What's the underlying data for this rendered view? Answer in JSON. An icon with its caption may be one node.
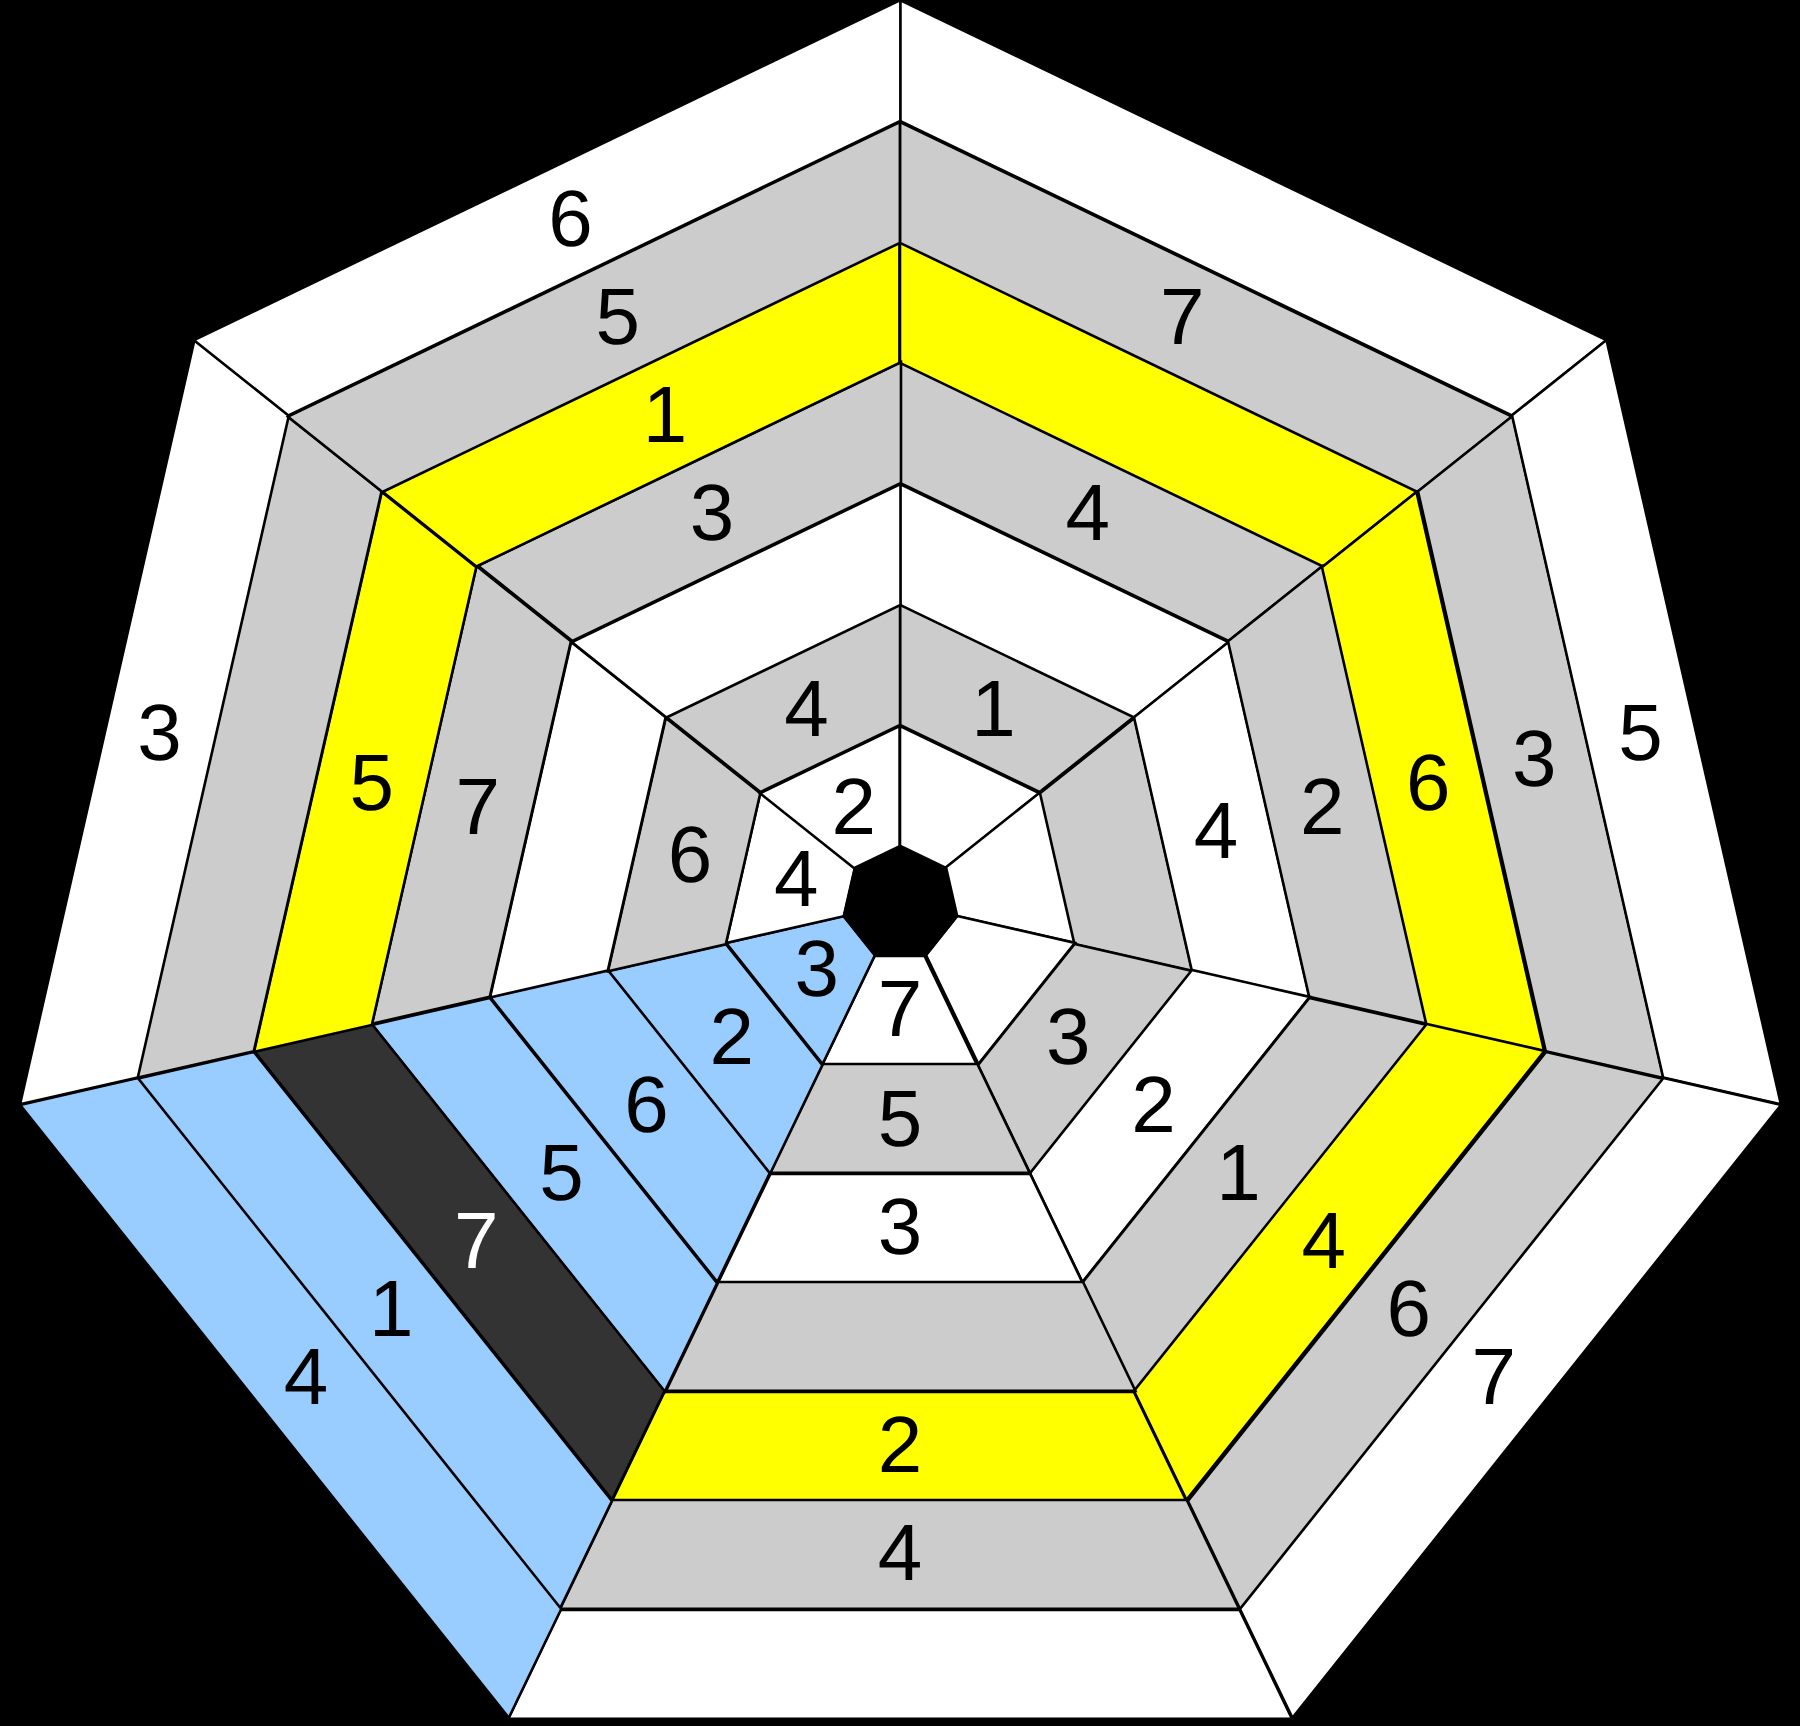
{
  "diagram": {
    "nodes": [
      {
        "text": [],
        "shape": "heptagon"
      },
      {
        "text": [],
        "shape": "trapezoid"
      },
      {
        "text": [
          "1"
        ]
      },
      {
        "text": [],
        "shape": "trapezoid"
      },
      {
        "text": [
          "4"
        ]
      },
      {
        "text": [],
        "shape": "trapezoid"
      },
      {
        "text": [
          "7"
        ]
      },
      {
        "text": [],
        "shape": "trapezoid"
      },
      {
        "text": [],
        "shape": "trapezoid"
      },
      {
        "text": [],
        "shape": "trapezoid"
      },
      {
        "text": [
          "4"
        ]
      },
      {
        "text": [
          "2"
        ]
      },
      {
        "text": [
          "6"
        ]
      },
      {
        "text": [
          "3"
        ]
      },
      {
        "text": [
          "5"
        ]
      },
      {
        "text": [],
        "shape": "trapezoid"
      },
      {
        "text": [
          "3"
        ]
      },
      {
        "text": [
          "2"
        ]
      },
      {
        "text": [
          "1"
        ]
      },
      {
        "text": [
          "4"
        ]
      },
      {
        "text": [
          "6"
        ]
      },
      {
        "text": [
          "7"
        ]
      },
      {
        "text": [
          "7"
        ]
      },
      {
        "text": [
          "5"
        ]
      },
      {
        "text": [
          "3"
        ]
      },
      {
        "text": [],
        "shape": "trapezoid"
      },
      {
        "text": [
          "2"
        ]
      },
      {
        "text": [
          "4"
        ]
      },
      {
        "text": [],
        "shape": "trapezoid"
      },
      {
        "text": [
          "3"
        ]
      },
      {
        "text": [
          "2"
        ]
      },
      {
        "text": [
          "6"
        ]
      },
      {
        "text": [
          "5"
        ]
      },
      {
        "text": [
          "7"
        ]
      },
      {
        "text": [
          "1"
        ]
      },
      {
        "text": [
          "4"
        ]
      },
      {
        "text": [
          "4"
        ]
      },
      {
        "text": [
          "6"
        ]
      },
      {
        "text": [],
        "shape": "trapezoid"
      },
      {
        "text": [
          "7"
        ]
      },
      {
        "text": [
          "5"
        ]
      },
      {
        "text": [],
        "shape": "trapezoid"
      },
      {
        "text": [
          "3"
        ]
      },
      {
        "text": [
          "2"
        ]
      },
      {
        "text": [
          "4"
        ]
      },
      {
        "text": [],
        "shape": "trapezoid"
      },
      {
        "text": [
          "3"
        ]
      },
      {
        "text": [
          "1"
        ]
      },
      {
        "text": [
          "5"
        ]
      },
      {
        "text": [
          "6"
        ]
      }
    ]
  }
}
